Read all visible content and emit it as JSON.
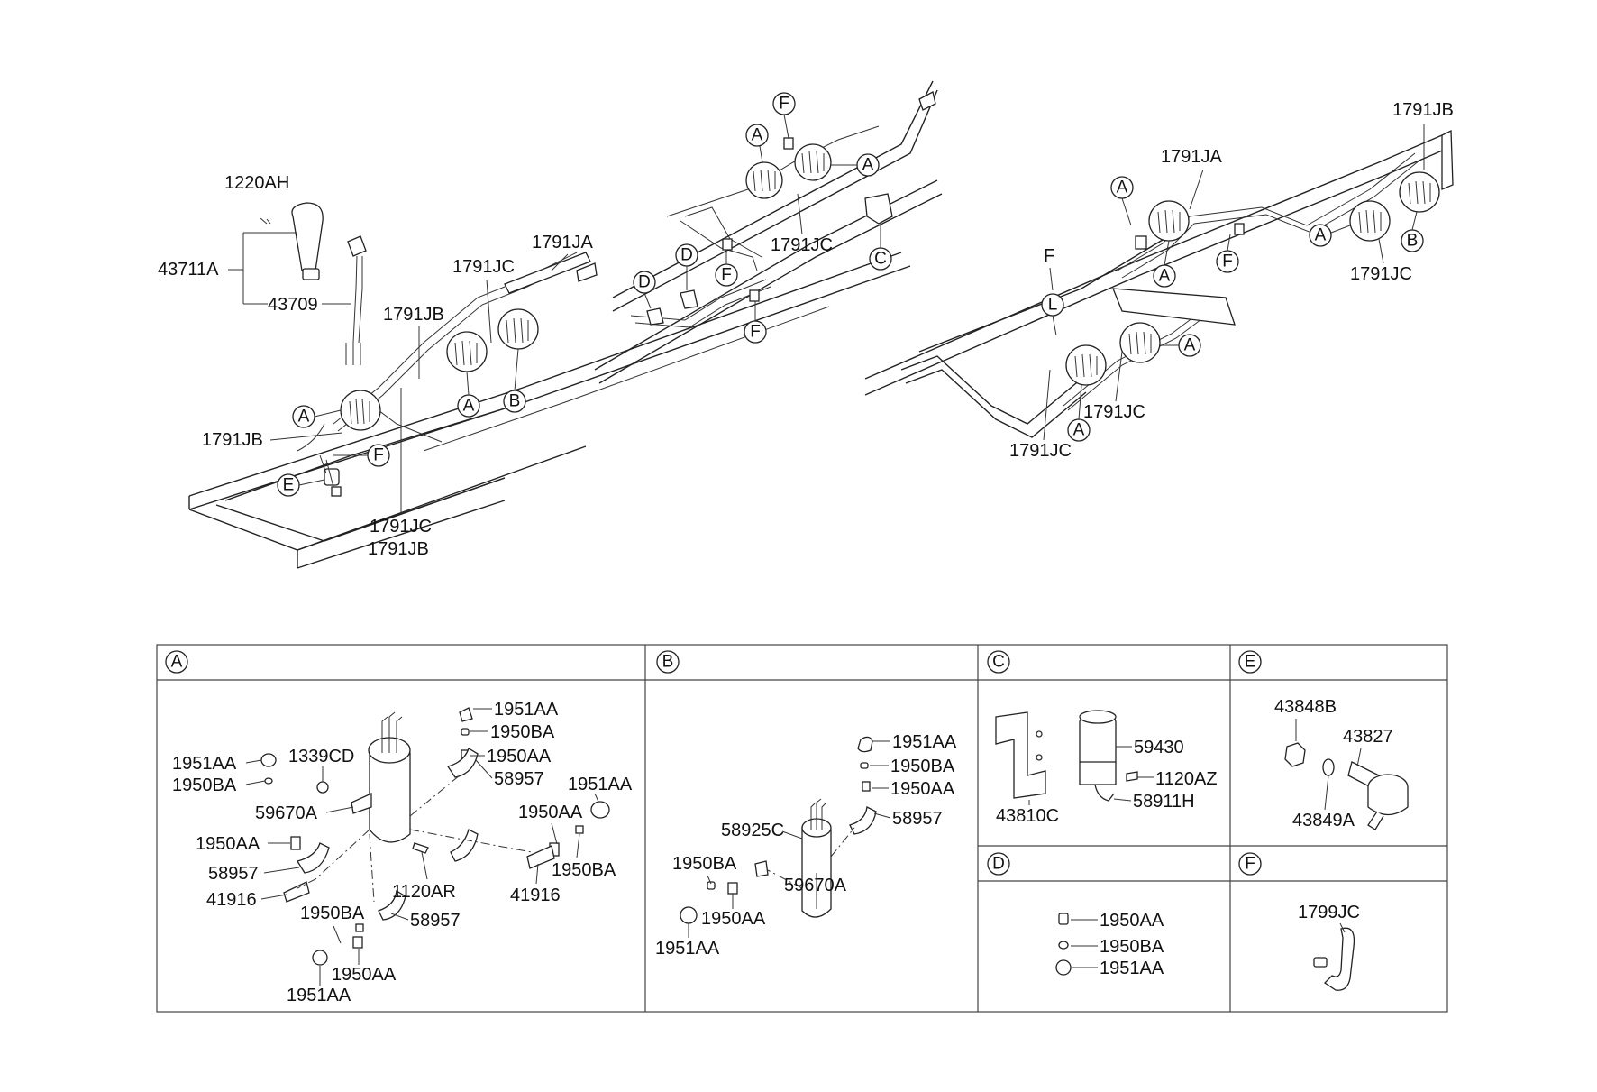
{
  "part_labels": {
    "p_1220AH": "1220AH",
    "p_43711A": "43711A",
    "p_43709": "43709",
    "p_1791JA_left": "1791JA",
    "p_1791JC_left": "1791JC",
    "p_1791JB_left_top": "1791JB",
    "p_1791JB_left_side": "1791JB",
    "p_1791JC_left_bottom": "1791JC",
    "p_1791JB_left_bottom": "1791JB",
    "p_1791JC_middle": "1791JC",
    "p_1791JA_right": "1791JA",
    "p_1791JB_right": "1791JB",
    "p_1791JC_right_top": "1791JC",
    "p_F_right": "F",
    "p_1791JC_right_mid": "1791JC",
    "p_1791JC_right_bottom": "1791JC"
  },
  "callout_letters": {
    "c1": "A",
    "c2": "A",
    "c3": "B",
    "c4": "F",
    "c5": "E",
    "c6": "F",
    "c7": "A",
    "c8": "A",
    "c9": "C",
    "c10": "D",
    "c11": "D",
    "c12": "F",
    "c13": "F",
    "c14": "A",
    "c15": "A",
    "c16": "F",
    "c17": "A",
    "c18": "B",
    "c19": "L",
    "c20": "A",
    "c21": "A"
  },
  "detail_panels": {
    "A": {
      "letter": "A",
      "labels": {
        "a1": "1951AA",
        "a2": "1950BA",
        "a3": "1950AA",
        "a4": "58957",
        "a5": "1951AA",
        "a6": "1950BA",
        "a7": "1339CD",
        "a8": "1951AA",
        "a9": "59670A",
        "a10": "1950AA",
        "a11": "1950AA",
        "a12": "58957",
        "a13": "1950BA",
        "a14": "41916",
        "a15": "1120AR",
        "a16": "41916",
        "a17": "1950BA",
        "a18": "58957",
        "a19": "1950AA",
        "a20": "1951AA"
      }
    },
    "B": {
      "letter": "B",
      "labels": {
        "b1": "1951AA",
        "b2": "1950BA",
        "b3": "1950AA",
        "b4": "58957",
        "b5": "58925C",
        "b6": "1950BA",
        "b7": "59670A",
        "b8": "1950AA",
        "b9": "1951AA"
      }
    },
    "C": {
      "letter": "C",
      "labels": {
        "c1": "59430",
        "c2": "1120AZ",
        "c3": "43810C",
        "c4": "58911H"
      }
    },
    "D": {
      "letter": "D",
      "labels": {
        "d1": "1950AA",
        "d2": "1950BA",
        "d3": "1951AA"
      }
    },
    "E": {
      "letter": "E",
      "labels": {
        "e1": "43848B",
        "e2": "43827",
        "e3": "43849A"
      }
    },
    "F": {
      "letter": "F",
      "labels": {
        "f1": "1799JC"
      }
    }
  }
}
